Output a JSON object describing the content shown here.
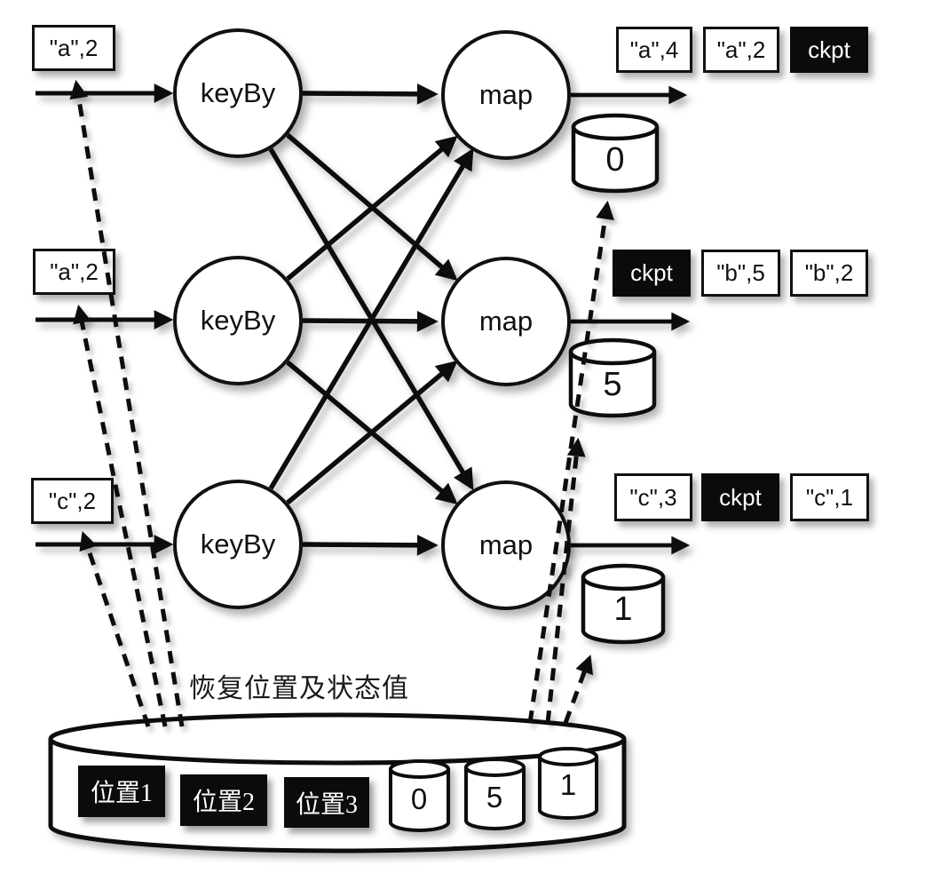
{
  "caption": "恢复位置及状态值",
  "operators": {
    "keyby": "keyBy",
    "map": "map"
  },
  "streams": [
    {
      "input": "\"a\",2",
      "cells": [
        {
          "text": "\"a\",4",
          "dark": false
        },
        {
          "text": "\"a\",2",
          "dark": false
        },
        {
          "text": "ckpt",
          "dark": true
        }
      ],
      "state_value": "0"
    },
    {
      "input": "\"a\",2",
      "cells": [
        {
          "text": "ckpt",
          "dark": true
        },
        {
          "text": "\"b\",5",
          "dark": false
        },
        {
          "text": "\"b\",2",
          "dark": false
        }
      ],
      "state_value": "5"
    },
    {
      "input": "\"c\",2",
      "cells": [
        {
          "text": "\"c\",3",
          "dark": false
        },
        {
          "text": "ckpt",
          "dark": true
        },
        {
          "text": "\"c\",1",
          "dark": false
        }
      ],
      "state_value": "1"
    }
  ],
  "storage": {
    "positions": [
      "位置1",
      "位置2",
      "位置3"
    ],
    "state_values": [
      "0",
      "5",
      "1"
    ]
  },
  "colors": {
    "ink": "#111111",
    "dark_box_bg": "#0b0b0b",
    "dark_box_text": "#ffffff",
    "background": "#ffffff"
  }
}
